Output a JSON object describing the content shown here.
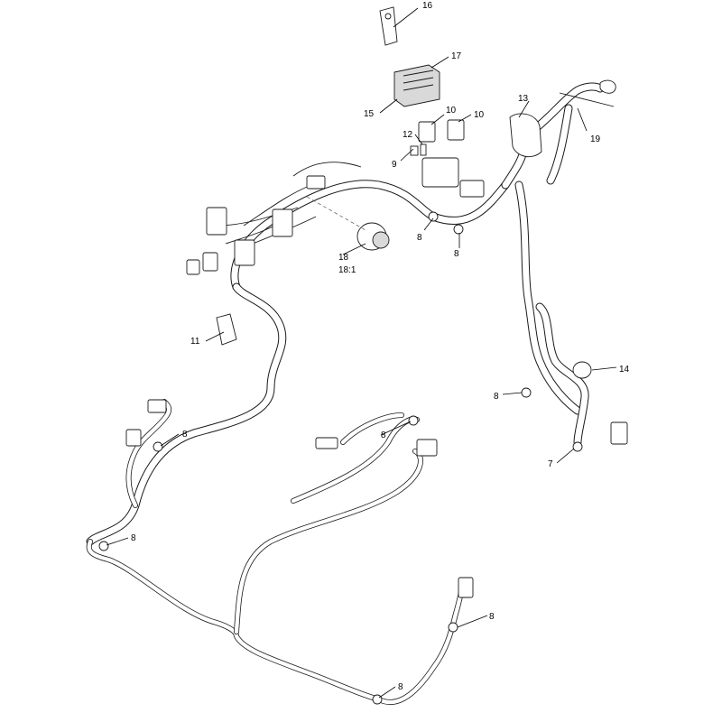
{
  "callouts": [
    {
      "id": "c16",
      "label": "16"
    },
    {
      "id": "c17",
      "label": "17"
    },
    {
      "id": "c15",
      "label": "15"
    },
    {
      "id": "c13",
      "label": "13"
    },
    {
      "id": "c19",
      "label": "19"
    },
    {
      "id": "c10a",
      "label": "10"
    },
    {
      "id": "c10b",
      "label": "10"
    },
    {
      "id": "c12",
      "label": "12"
    },
    {
      "id": "c9",
      "label": "9"
    },
    {
      "id": "c8a",
      "label": "8"
    },
    {
      "id": "c8b",
      "label": "8"
    },
    {
      "id": "c18",
      "label": "18"
    },
    {
      "id": "c18sub",
      "label": "18:1"
    },
    {
      "id": "c11",
      "label": "11"
    },
    {
      "id": "c14",
      "label": "14"
    },
    {
      "id": "c8c",
      "label": "8"
    },
    {
      "id": "c8d",
      "label": "8"
    },
    {
      "id": "c8e",
      "label": "8"
    },
    {
      "id": "c7",
      "label": "7"
    },
    {
      "id": "c8f",
      "label": "8"
    },
    {
      "id": "c8g",
      "label": "8"
    },
    {
      "id": "c8h",
      "label": "8"
    }
  ]
}
